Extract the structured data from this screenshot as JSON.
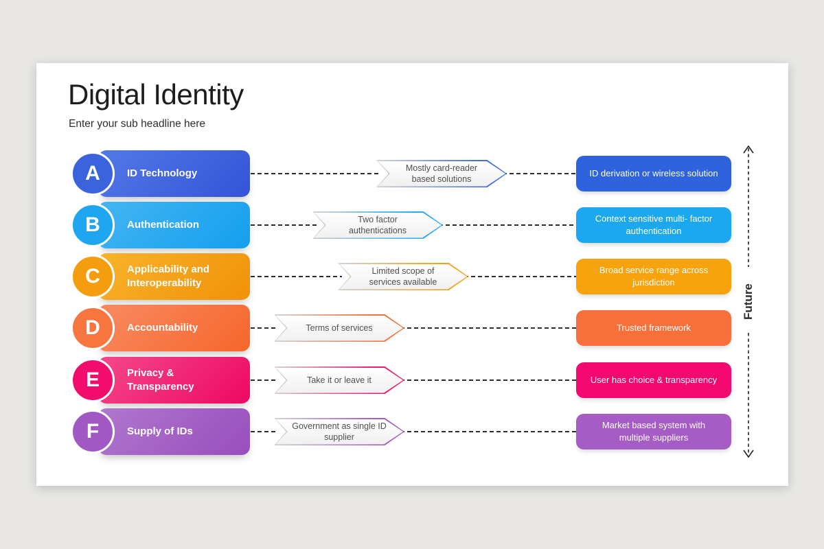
{
  "page": {
    "background": "#e8e7e5",
    "card_background": "#ffffff",
    "connector_color": "#2b2b2b"
  },
  "header": {
    "title": "Digital Identity",
    "subtitle": "Enter your sub headline here"
  },
  "future_axis": {
    "label": "Future",
    "color": "#222222"
  },
  "rows": [
    {
      "letter": "A",
      "label": "ID Technology",
      "present": "Mostly card-reader based solutions",
      "future": "ID derivation or wireless solution",
      "colors": {
        "grad_start": "#5379e7",
        "grad_end": "#3354d8",
        "badge": "#3a63dc",
        "accent": "#3f6ee3",
        "box": "#2f63dd"
      }
    },
    {
      "letter": "B",
      "label": "Authentication",
      "present": "Two factor authentications",
      "future": "Context sensitive multi- factor authentication",
      "colors": {
        "grad_start": "#44b5f3",
        "grad_end": "#149fee",
        "badge": "#1ea6f0",
        "accent": "#2aacf1",
        "box": "#1ca8ef"
      }
    },
    {
      "letter": "C",
      "label": "Applicability and Interoperability",
      "present": "Limited scope of services available",
      "future": "Broad service range across jurisdiction",
      "colors": {
        "grad_start": "#f8b42c",
        "grad_end": "#f09108",
        "badge": "#f49d0e",
        "accent": "#f3a118",
        "box": "#f6a30e"
      }
    },
    {
      "letter": "D",
      "label": "Accountability",
      "present": "Terms of services",
      "future": "Trusted framework",
      "colors": {
        "grad_start": "#f98a62",
        "grad_end": "#f6662b",
        "badge": "#f7753f",
        "accent": "#f4703a",
        "box": "#f7703b"
      }
    },
    {
      "letter": "E",
      "label": "Privacy & Transparency",
      "present": "Take it or leave it",
      "future": "User has choice & transparency",
      "colors": {
        "grad_start": "#f4488b",
        "grad_end": "#ee0862",
        "badge": "#f20c6c",
        "accent": "#ee186e",
        "box": "#f2086f"
      }
    },
    {
      "letter": "F",
      "label": "Supply of IDs",
      "present": "Government as single ID supplier",
      "future": "Market based system with multiple suppliers",
      "colors": {
        "grad_start": "#b078ce",
        "grad_end": "#994dbd",
        "badge": "#a158c2",
        "accent": "#a55cc4",
        "box": "#a55cc4"
      }
    }
  ]
}
